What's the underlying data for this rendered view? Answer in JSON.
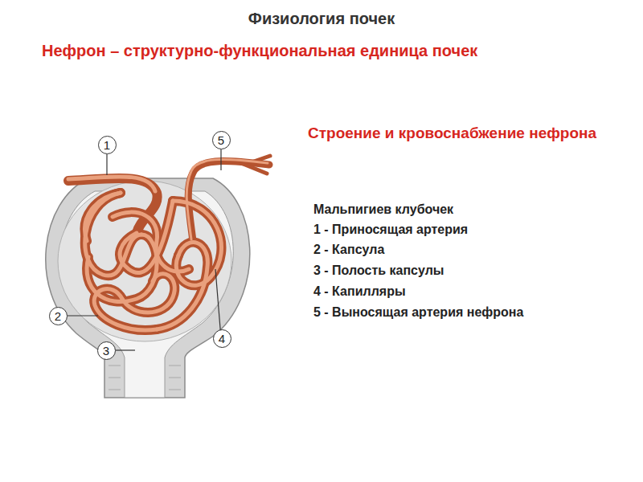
{
  "diagram": {
    "title": "Физиология почек",
    "nodes": [
      {
        "text": [
          "1"
        ]
      },
      {
        "text": [
          "5"
        ]
      },
      {
        "text": [
          "2"
        ]
      },
      {
        "text": [
          "3"
        ]
      },
      {
        "text": [
          "4"
        ]
      }
    ],
    "labels": [
      "Нефрон – структурно-функциональная единица почек",
      "Строение и кровоснабжение нефрона",
      "Мальпигиев клубочек",
      "1 - Приносящая артерия",
      "2 - Капсула",
      "3 - Полость капсулы",
      "4 - Капилляры",
      "5 - Выносящая артерия нефрона"
    ]
  }
}
